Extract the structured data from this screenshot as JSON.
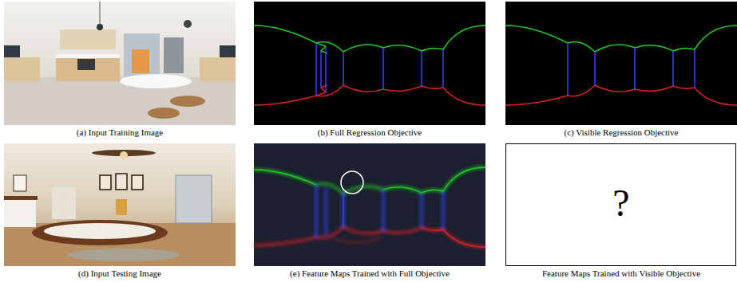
{
  "diagram": {
    "nodes": [
      {
        "text": [
          "(a) Input Training Image"
        ]
      },
      {
        "text": [
          "(b) Full Regression Objective"
        ]
      },
      {
        "text": [
          "(c) Visible Regression Objective"
        ]
      },
      {
        "text": [
          "(d) Input Testing Image"
        ]
      },
      {
        "text": [
          "(e) Feature Maps Trained with Full Objective"
        ]
      },
      {
        "text": [
          "?",
          "Feature Maps Trained with Visible Objective"
        ]
      }
    ],
    "edges": []
  }
}
